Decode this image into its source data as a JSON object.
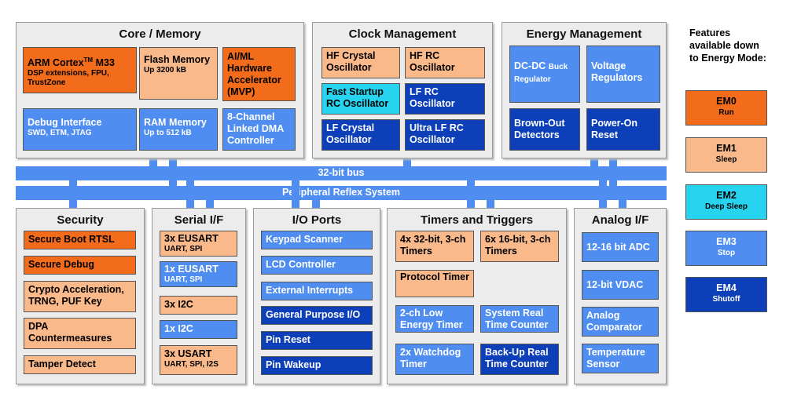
{
  "colors": {
    "em0": "#f26c1c",
    "em1": "#f9b98a",
    "em2": "#26d4f0",
    "em3": "#4f8ef0",
    "em4": "#0d3fb8",
    "group_bg": "#ececec"
  },
  "groups": {
    "core": "Core / Memory",
    "clock": "Clock Management",
    "energy": "Energy Management",
    "security": "Security",
    "serial": "Serial I/F",
    "io": "I/O Ports",
    "timers": "Timers and Triggers",
    "analog": "Analog I/F"
  },
  "buses": {
    "bus32": "32-bit bus",
    "prs": "Peripheral Reflex System"
  },
  "core": {
    "arm_name": "ARM Cortex",
    "arm_tm": "TM",
    "arm_model": " M33",
    "arm_sub": "DSP extensions, FPU, TrustZone",
    "flash": "Flash Memory",
    "flash_sub": "Up 3200 kB",
    "aiml": "AI/ML Hardware Accelerator (MVP)",
    "debug": "Debug Interface",
    "debug_sub": "SWD, ETM, JTAG",
    "ram": "RAM Memory",
    "ram_sub": "Up to 512 kB",
    "dma": "8-Channel Linked DMA Controller"
  },
  "clock": {
    "hf_crystal": "HF Crystal Oscillator",
    "hf_rc": "HF RC Oscillator",
    "fast_rc": "Fast Startup RC Oscillator",
    "lf_rc": "LF RC Oscillator",
    "lf_crystal": "LF Crystal Oscillator",
    "ulf_rc": "Ultra LF RC Oscillator"
  },
  "energy": {
    "dcdc": "DC-DC",
    "dcdc_small1": "Buck",
    "dcdc_small2": "Regulator",
    "vreg": "Voltage Regulators",
    "bod": "Brown-Out Detectors",
    "por": "Power-On Reset"
  },
  "security": {
    "secure_boot": "Secure Boot RTSL",
    "secure_debug": "Secure Debug",
    "crypto": "Crypto Acceleration, TRNG, PUF Key",
    "dpa": "DPA Countermeasures",
    "tamper": "Tamper Detect"
  },
  "serial": {
    "eusart3": "3x EUSART",
    "eusart3_sub": "UART, SPI",
    "eusart1": "1x EUSART",
    "eusart1_sub": "UART, SPI",
    "i2c3": "3x I2C",
    "i2c1": "1x I2C",
    "usart3": "3x USART",
    "usart3_sub": "UART, SPI, I2S"
  },
  "io": {
    "keypad": "Keypad Scanner",
    "lcd": "LCD Controller",
    "ext_int": "External Interrupts",
    "gpio": "General Purpose I/O",
    "pin_reset": "Pin Reset",
    "pin_wakeup": "Pin Wakeup"
  },
  "timers": {
    "t32": "4x 32-bit, 3-ch Timers",
    "t16": "6x 16-bit, 3-ch Timers",
    "protocol": "Protocol Timer",
    "low_energy": "2-ch Low Energy Timer",
    "sys_rtc": "System Real Time Counter",
    "watchdog": "2x Watchdog Timer",
    "backup_rtc": "Back-Up Real Time Counter"
  },
  "analog": {
    "adc": "12-16 bit ADC",
    "vdac": "12-bit VDAC",
    "comparator": "Analog Comparator",
    "temp": "Temperature Sensor"
  },
  "legend": {
    "title": "Features available down to Energy Mode:",
    "items": [
      {
        "name": "EM0",
        "desc": "Run"
      },
      {
        "name": "EM1",
        "desc": "Sleep"
      },
      {
        "name": "EM2",
        "desc": "Deep Sleep"
      },
      {
        "name": "EM3",
        "desc": "Stop"
      },
      {
        "name": "EM4",
        "desc": "Shutoff"
      }
    ]
  }
}
